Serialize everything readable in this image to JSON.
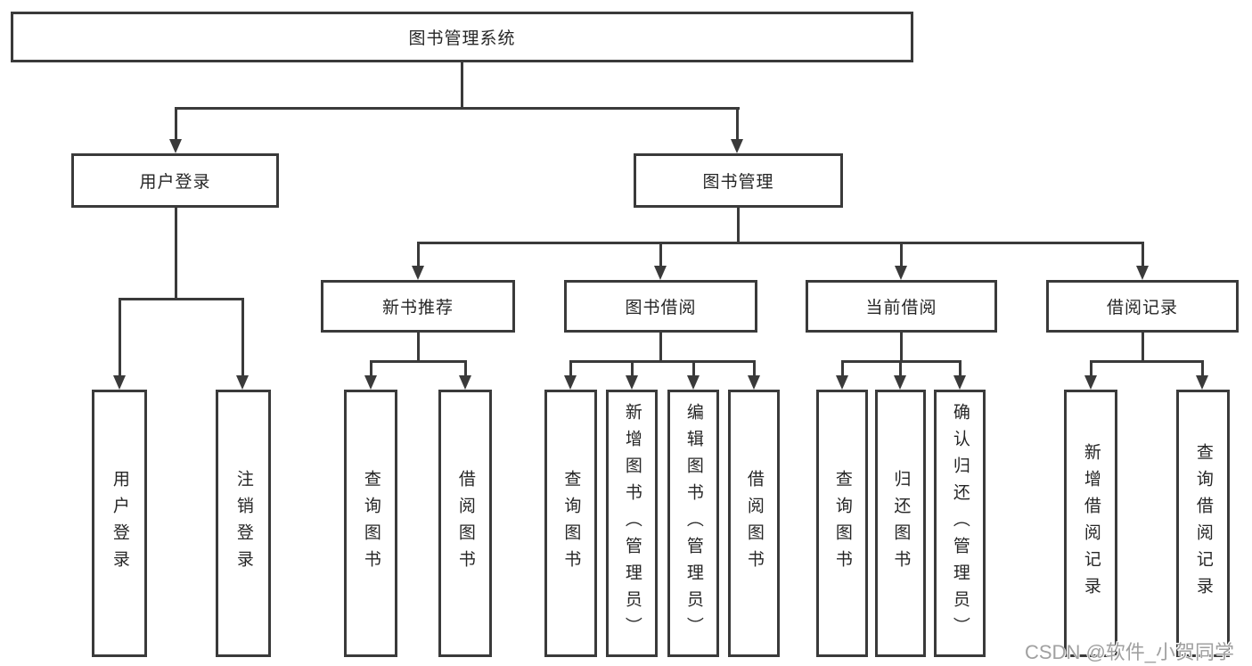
{
  "diagram": {
    "title": "图书管理系统",
    "children": [
      {
        "label": "用户登录",
        "children": [
          {
            "label": "用户登录"
          },
          {
            "label": "注销登录"
          }
        ]
      },
      {
        "label": "图书管理",
        "children": [
          {
            "label": "新书推荐",
            "children": [
              {
                "label": "查询图书"
              },
              {
                "label": "借阅图书"
              }
            ]
          },
          {
            "label": "图书借阅",
            "children": [
              {
                "label": "查询图书"
              },
              {
                "label": "新增图书（管理员）"
              },
              {
                "label": "编辑图书（管理员）"
              },
              {
                "label": "借阅图书"
              }
            ]
          },
          {
            "label": "当前借阅",
            "children": [
              {
                "label": "查询图书"
              },
              {
                "label": "归还图书"
              },
              {
                "label": "确认归还（管理员）"
              }
            ]
          },
          {
            "label": "借阅记录",
            "children": [
              {
                "label": "新增借阅记录"
              },
              {
                "label": "查询借阅记录"
              }
            ]
          }
        ]
      }
    ]
  },
  "watermark": {
    "text": "CSDN @软件_小贺同学"
  },
  "colors": {
    "line": "#3a3a3a",
    "box_background": "#ffffff",
    "text": "#262626",
    "watermark_text": "#a0a0a0",
    "page_background": "#ffffff"
  }
}
